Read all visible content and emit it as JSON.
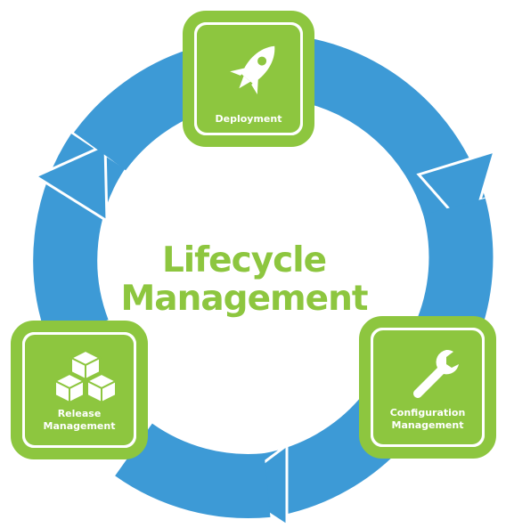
{
  "center": {
    "line1": "Lifecycle",
    "line2": "Management"
  },
  "nodes": {
    "deployment": {
      "label": "Deployment",
      "icon": "rocket-icon"
    },
    "configuration": {
      "label_line1": "Configuration",
      "label_line2": "Management",
      "icon": "wrench-icon"
    },
    "release": {
      "label_line1": "Release",
      "label_line2": "Management",
      "icon": "boxes-icon"
    }
  },
  "colors": {
    "ring": "#3d9ad6",
    "green": "#8dc63f",
    "white": "#ffffff"
  }
}
